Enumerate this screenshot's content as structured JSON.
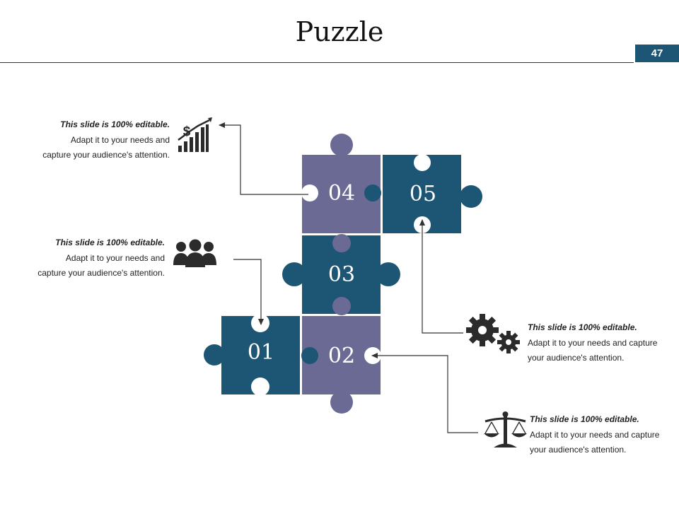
{
  "header": {
    "title": "Puzzle",
    "page_number": "47"
  },
  "colors": {
    "teal": "#1d5575",
    "purple": "#6b6a94",
    "icon": "#2b2b2b",
    "badge": "#1d5575"
  },
  "pieces": [
    {
      "label": "01",
      "color": "teal"
    },
    {
      "label": "02",
      "color": "purple"
    },
    {
      "label": "03",
      "color": "teal"
    },
    {
      "label": "04",
      "color": "purple"
    },
    {
      "label": "05",
      "color": "teal"
    }
  ],
  "callouts": [
    {
      "icon": "finance-growth-icon",
      "heading": "This slide is 100% editable.",
      "line1": "Adapt it to your needs and",
      "line2": "capture your audience's attention."
    },
    {
      "icon": "team-people-icon",
      "heading": "This slide is 100% editable.",
      "line1": "Adapt it to your needs and",
      "line2": "capture your audience's attention."
    },
    {
      "icon": "gears-icon",
      "heading": "This slide is 100% editable.",
      "line1": "Adapt it to your needs and capture",
      "line2": "your audience's attention."
    },
    {
      "icon": "balance-scale-icon",
      "heading": "This slide is 100% editable.",
      "line1": "Adapt it to your needs and capture",
      "line2": "your audience's attention."
    }
  ]
}
